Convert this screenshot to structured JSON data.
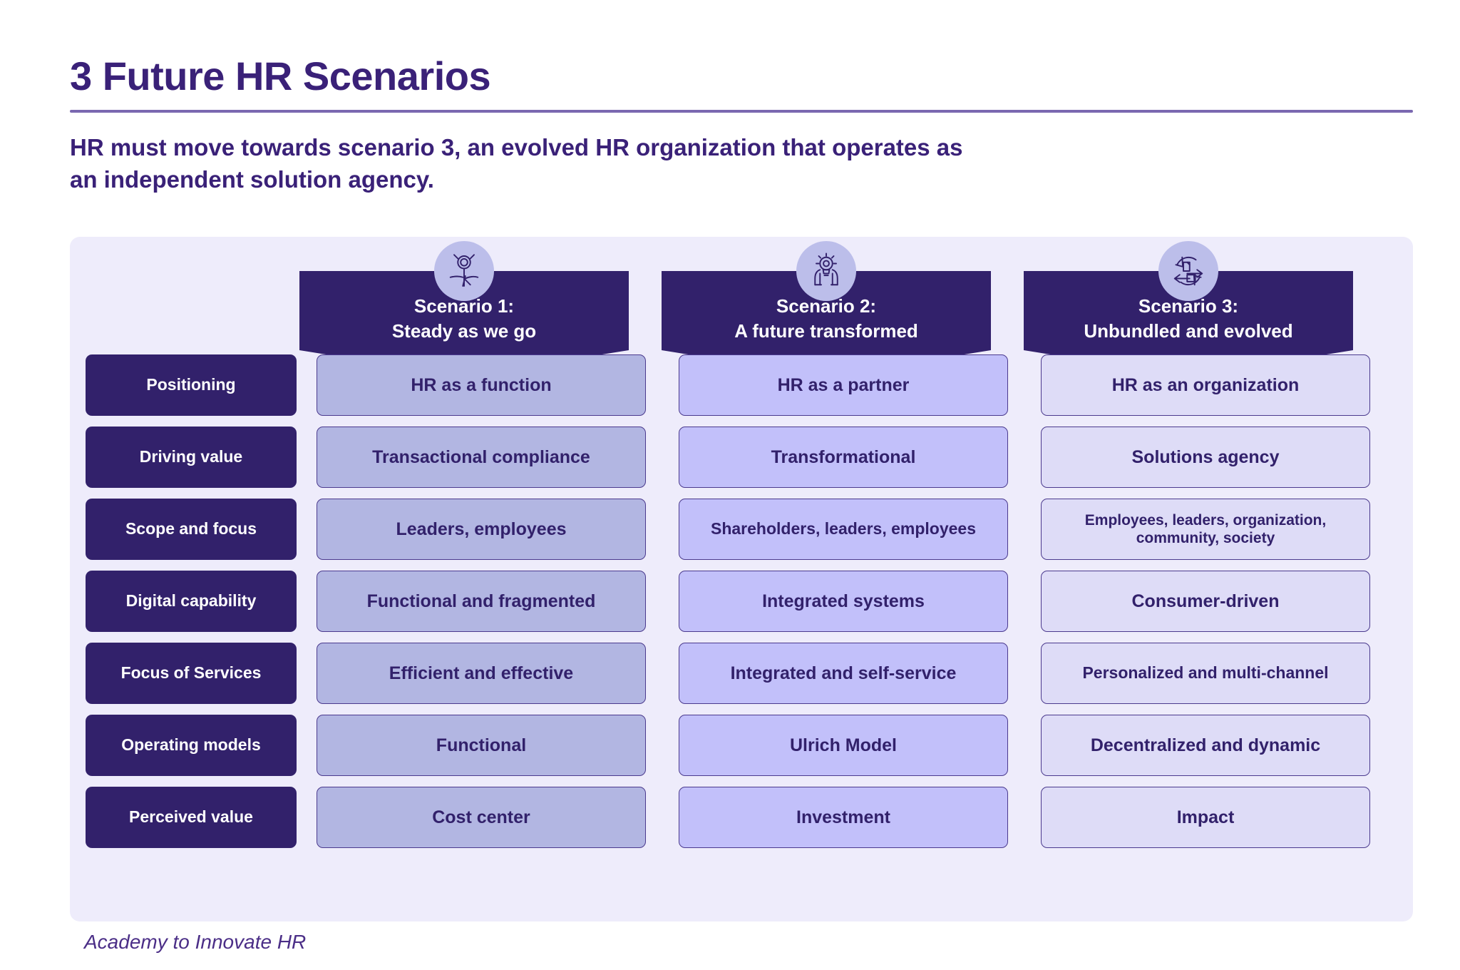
{
  "header": {
    "title": "3 Future HR Scenarios",
    "subtitle": "HR must move towards scenario 3, an evolved HR organization that operates as an independent solution agency."
  },
  "colors": {
    "dark_purple": "#32216b",
    "title_purple": "#3a2178",
    "panel_bg": "#eeecfb",
    "scenario1_cell": "#b2b6e2",
    "scenario2_cell": "#c2c0fa",
    "scenario3_cell": "#dedcf7",
    "icon_circle": "#bcbeea",
    "divider": "#7a68b0"
  },
  "scenarios": [
    {
      "number": "Scenario 1:",
      "name": "Steady as we go",
      "icon": "person-arms-raised-icon"
    },
    {
      "number": "Scenario 2:",
      "name": "A future transformed",
      "icon": "hands-holding-lightbulb-gear-icon"
    },
    {
      "number": "Scenario 3:",
      "name": "Unbundled and evolved",
      "icon": "document-transformation-cycle-icon"
    }
  ],
  "rows": [
    {
      "label": "Positioning",
      "s1": "HR as a function",
      "s2": "HR as a partner",
      "s3": "HR as an organization"
    },
    {
      "label": "Driving value",
      "s1": "Transactional compliance",
      "s2": "Transformational",
      "s3": "Solutions agency"
    },
    {
      "label": "Scope and focus",
      "s1": "Leaders, employees",
      "s2": "Shareholders, leaders, employees",
      "s3": "Employees, leaders, organization, community, society"
    },
    {
      "label": "Digital capability",
      "s1": "Functional and fragmented",
      "s2": "Integrated systems",
      "s3": "Consumer-driven"
    },
    {
      "label": "Focus of Services",
      "s1": "Efficient and effective",
      "s2": "Integrated and self-service",
      "s3": "Personalized and multi-channel"
    },
    {
      "label": "Operating models",
      "s1": "Functional",
      "s2": "Ulrich Model",
      "s3": "Decentralized and dynamic"
    },
    {
      "label": "Perceived value",
      "s1": "Cost center",
      "s2": "Investment",
      "s3": "Impact"
    }
  ],
  "footer": {
    "attribution": "Academy to Innovate HR"
  }
}
